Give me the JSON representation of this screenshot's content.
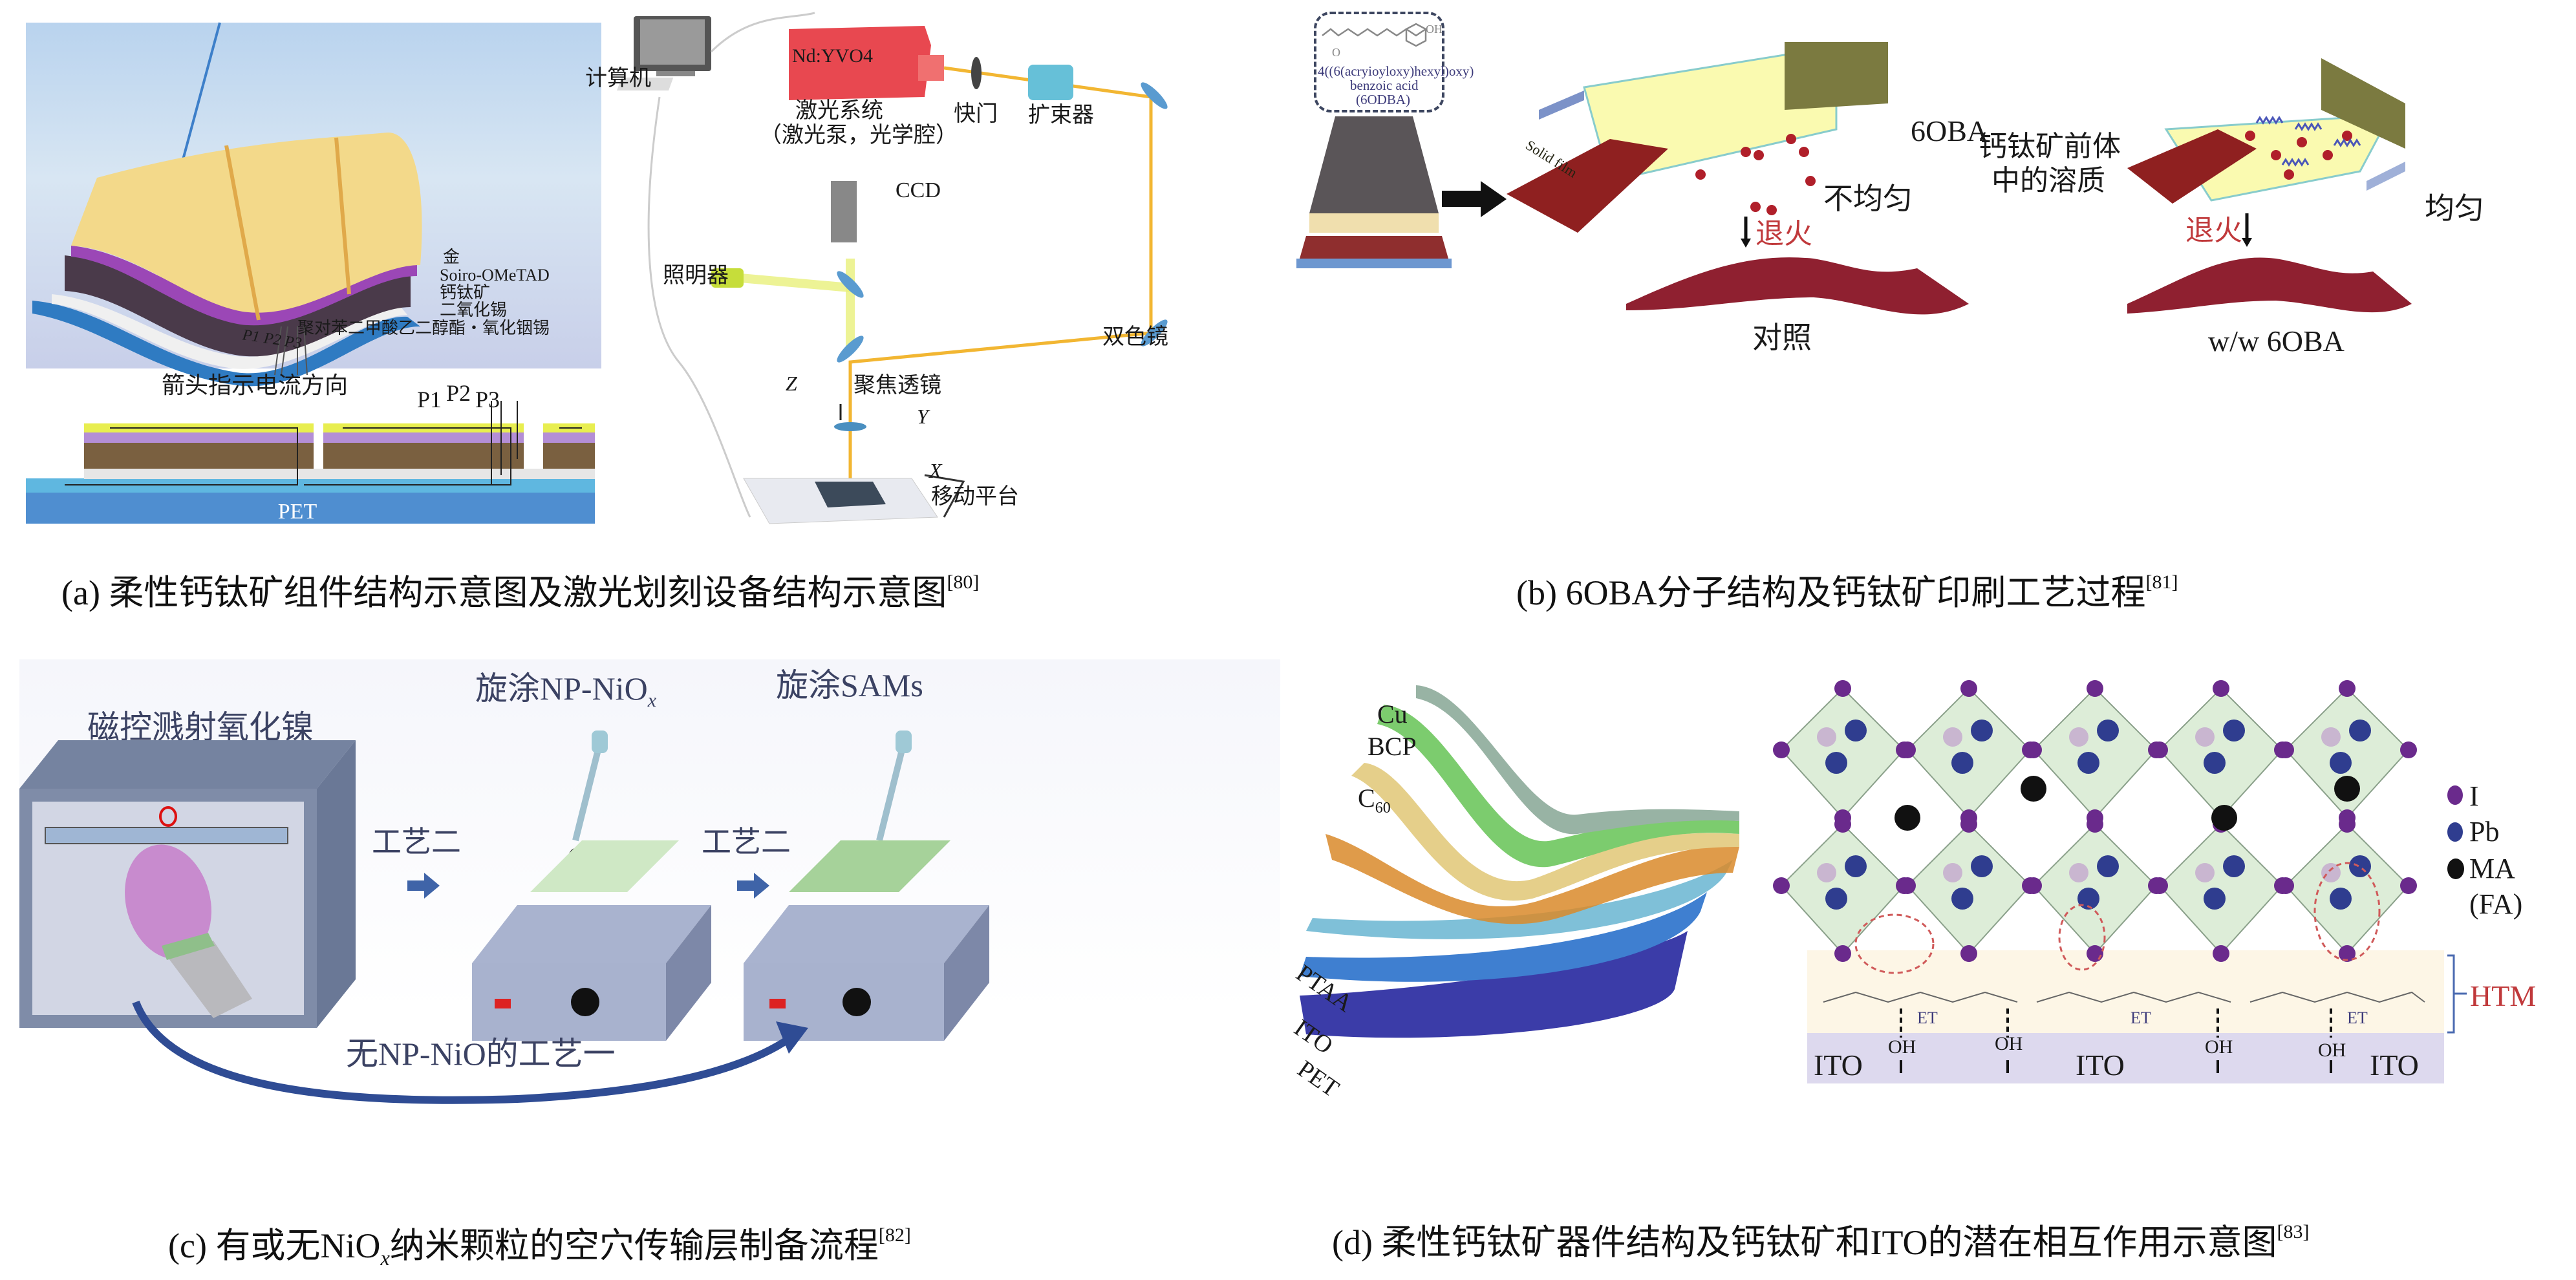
{
  "figure": {
    "panels": [
      {
        "id": "a",
        "caption": {
          "prefix": "(a) ",
          "text": "柔性钙钛矿组件结构示意图及激光划刻设备结构示意图",
          "ref": "[80]"
        },
        "module_3d": {
          "layers": [
            "金",
            "Soiro-OMeTAD",
            "钙钛矿",
            "二氧化锡",
            "聚对苯二甲酸乙二醇酯・氧化铟锡"
          ],
          "scribe_labels": [
            "P1",
            "P2",
            "P3"
          ]
        },
        "cross_section": {
          "arrow_note": "箭头指示电流方向",
          "scribe_labels": [
            "P1",
            "P2",
            "P3"
          ],
          "substrate": "PET"
        },
        "laser_setup": {
          "computer": "计算机",
          "laser_head": "Nd:YVO4",
          "laser_system": "激光系统",
          "laser_system_sub": "（激光泵，光学腔）",
          "shutter": "快门",
          "beam_expander": "扩束器",
          "ccd": "CCD",
          "illuminator": "照明器",
          "dichroic_mirror": "双色镜",
          "focus_lens": "聚焦透镜",
          "z_axis": "Z",
          "y_axis": "Y",
          "x_axis": "X",
          "stage": "移动平台"
        }
      },
      {
        "id": "b",
        "caption": {
          "prefix": "(b) ",
          "text": "6OBA分子结构及钙钛矿印刷工艺过程",
          "ref": "[81]"
        },
        "molecule": {
          "name_line1": "4((6(acryioyloxy)hexyl)oxy)",
          "name_line2": "benzoic acid",
          "name_line3": "(6ODBA)",
          "atom_o": "O",
          "atom_oh": "OH"
        },
        "control_path": {
          "film_label": "Solid film",
          "state": "不均匀",
          "solute_note_1": "钙钛矿前体",
          "solute_note_2": "中的溶质",
          "anneal": "退火",
          "result": "对照"
        },
        "additive_path": {
          "additive": "6OBA",
          "state": "均匀",
          "anneal": "退火",
          "result": "w/w 6OBA"
        }
      },
      {
        "id": "c",
        "caption": {
          "prefix": "(c) ",
          "text_before": "有或无NiO",
          "sub": "x",
          "text_after": "纳米颗粒的空穴传输层制备流程",
          "ref": "[82]"
        },
        "steps": {
          "sputter": "磁控溅射氧化镍",
          "spin_np": "旋涂NP-NiO",
          "spin_np_sub": "x",
          "spin_sams": "旋涂SAMs",
          "process2_a": "工艺二",
          "process2_b": "工艺二",
          "process1": "无NP-NiO的工艺一"
        }
      },
      {
        "id": "d",
        "caption": {
          "prefix": "(d) ",
          "text": "柔性钙钛矿器件结构及钙钛矿和ITO的潜在相互作用示意图",
          "ref": "[83]"
        },
        "device_layers": [
          "Cu",
          "BCP",
          "C",
          "PTAA",
          "ITO",
          "PET"
        ],
        "c60_sub": "60",
        "legend": [
          {
            "label": "I",
            "color": "#6a2a8c"
          },
          {
            "label": "Pb",
            "color": "#2f3d8f"
          },
          {
            "label": "MA",
            "color": "#111111"
          },
          {
            "label": "(FA)",
            "color": ""
          }
        ],
        "htm_label": "HTM",
        "et_label": "ET",
        "oh_label": "OH",
        "ito_labels": [
          "ITO",
          "ITO",
          "ITO"
        ]
      }
    ]
  },
  "colors": {
    "anneal_red": "#c0393b",
    "htm_red": "#c0393b",
    "molecule_blue": "#3c3a7a",
    "label_navy": "#3b4263"
  }
}
